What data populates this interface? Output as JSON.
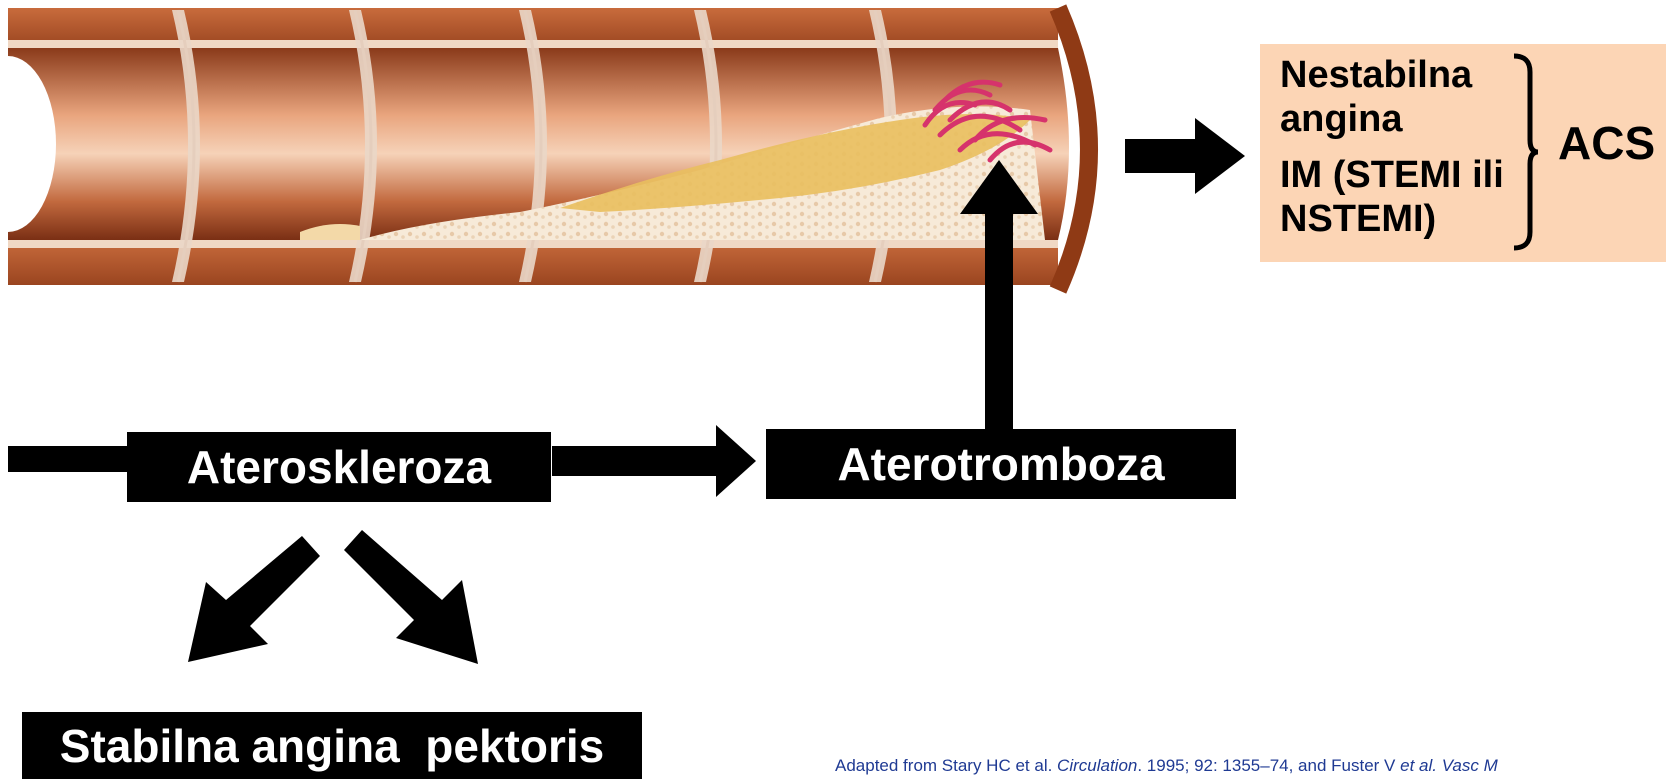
{
  "illustration": {
    "name": "artery-atherosclerosis-progression",
    "segments": 6
  },
  "nodes": {
    "ateroskleroza": "Ateroskleroza",
    "aterotromboza": "Aterotromboza",
    "stabilna": "Stabilna angina  pektoris"
  },
  "acs_box": {
    "line1": "Nestabilna",
    "line2": "angina",
    "line3": "IM (STEMI ili",
    "line4": "NSTEMI)",
    "label": "ACS"
  },
  "citation": {
    "part1": "Adapted from Stary HC et al. ",
    "journal1": "Circulation",
    "part2": ". 1995; 92: 1355–74, and Fuster V ",
    "etal": "et al. Vasc M"
  },
  "colors": {
    "box_bg": "#000000",
    "box_text": "#ffffff",
    "acs_bg": "#fcd5b5",
    "citation": "#1f3a93",
    "thrombus": "#d6336c"
  }
}
